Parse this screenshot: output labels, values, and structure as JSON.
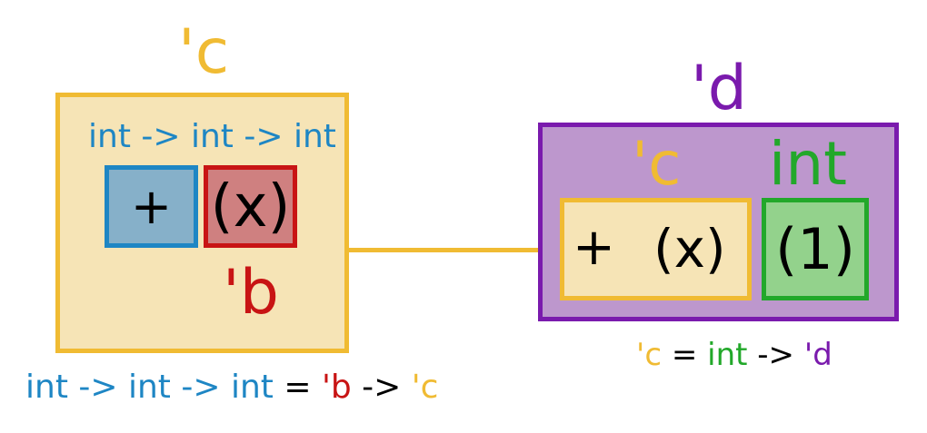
{
  "colors": {
    "yellow": "#f0bb33",
    "blue": "#1e86c4",
    "red": "#c81414",
    "green": "#22a82a",
    "purple": "#7a1aad"
  },
  "left": {
    "type_var_label": "'c",
    "signature": "int -> int -> int",
    "plus_symbol": "+",
    "arg_symbol": "(x)",
    "arg_type_var": "'b",
    "equation": {
      "lhs": "int -> int -> int",
      "equals": " = ",
      "b": "'b",
      "arrow": " -> ",
      "c": "'c"
    }
  },
  "right": {
    "type_var_label": "'d",
    "inner_type_var": "'c",
    "int_label": "int",
    "plus_symbol": "+",
    "arg_symbol": "(x)",
    "one_symbol": "(1)",
    "equation": {
      "c": "'c",
      "equals": " = ",
      "int": "int",
      "arrow": " -> ",
      "d": "'d"
    }
  }
}
